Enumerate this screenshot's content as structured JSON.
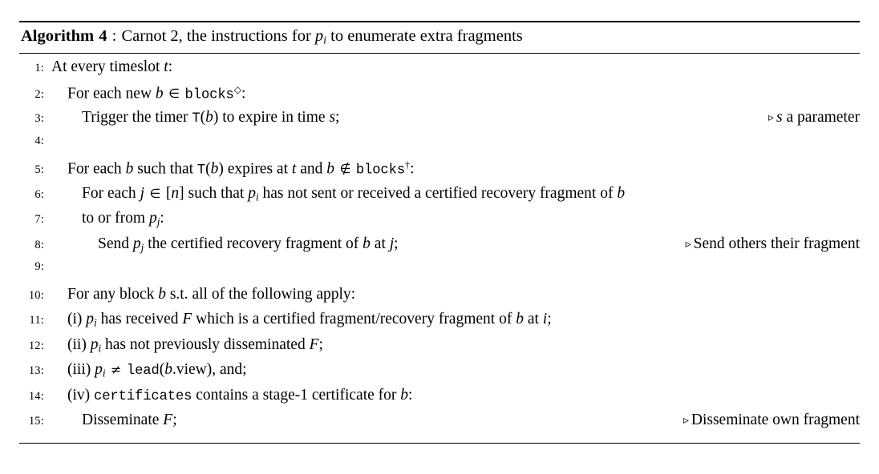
{
  "title": {
    "label": "Algorithm",
    "number": "4",
    "separator": ":",
    "caption_pre": "Carnot 2, the instructions for ",
    "caption_var": "p",
    "caption_var_sub": "i",
    "caption_post": " to enumerate extra fragments",
    "full_text": "Algorithm 4 : Carnot 2, the instructions for p_i to enumerate extra fragments"
  },
  "comment_marker": "▹",
  "lines": [
    {
      "number": "1:",
      "indent": 0,
      "text": "At every timeslot t:",
      "comment": ""
    },
    {
      "number": "2:",
      "indent": 1,
      "text": "For each new b ∈ blocks◇:",
      "comment": ""
    },
    {
      "number": "3:",
      "indent": 2,
      "text": "Trigger the timer T(b) to expire in time s;",
      "comment": "s a parameter"
    },
    {
      "number": "4:",
      "indent": 0,
      "text": "",
      "comment": ""
    },
    {
      "number": "5:",
      "indent": 1,
      "text": "For each b such that T(b) expires at t and b ∉ blocks†:",
      "comment": ""
    },
    {
      "number": "6:",
      "indent": 2,
      "text": "For each j ∈ [n] such that p_i has not sent or received a certified recovery fragment of b",
      "comment": ""
    },
    {
      "number": "7:",
      "indent": 2,
      "text": "to or from p_j:",
      "comment": ""
    },
    {
      "number": "8:",
      "indent": 3,
      "text": "Send p_j the certified recovery fragment of b at j;",
      "comment": "Send others their fragment"
    },
    {
      "number": "9:",
      "indent": 0,
      "text": "",
      "comment": ""
    },
    {
      "number": "10:",
      "indent": 1,
      "text": "For any block b s.t. all of the following apply:",
      "comment": ""
    },
    {
      "number": "11:",
      "indent": 1,
      "text": "(i) p_i has received F which is a certified fragment/recovery fragment of b at i;",
      "comment": ""
    },
    {
      "number": "12:",
      "indent": 1,
      "text": "(ii) p_i has not previously disseminated F;",
      "comment": ""
    },
    {
      "number": "13:",
      "indent": 1,
      "text": "(iii) p_i ≠ lead(b.view), and;",
      "comment": ""
    },
    {
      "number": "14:",
      "indent": 1,
      "text": "(iv) certificates contains a stage-1 certificate for b:",
      "comment": ""
    },
    {
      "number": "15:",
      "indent": 2,
      "text": "Disseminate F;",
      "comment": "Disseminate own fragment"
    }
  ],
  "comments": {
    "line3": "s a parameter",
    "line8": "Send others their fragment",
    "line15": "Disseminate own fragment"
  }
}
